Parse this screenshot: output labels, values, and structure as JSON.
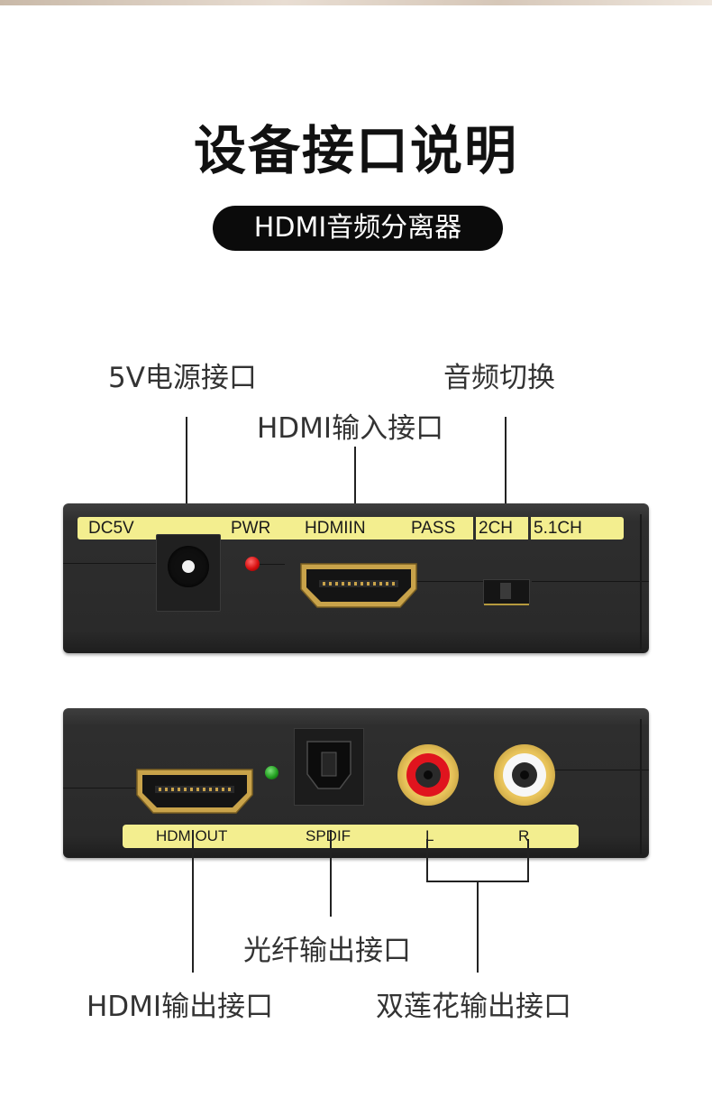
{
  "header": {
    "title": "设备接口说明",
    "subtitle": "HDMI音频分离器"
  },
  "callouts": {
    "power_port": "5V电源接口",
    "hdmi_in_port": "HDMI输入接口",
    "audio_switch": "音频切换",
    "optical_out_port": "光纤输出接口",
    "hdmi_out_port": "HDMI输出接口",
    "rca_out_port": "双莲花输出接口"
  },
  "front_panel": {
    "labels": {
      "dc": "DC5V",
      "pwr": "PWR",
      "hdmi_in": "HDMIIN",
      "pass": "PASS",
      "ch2": "2CH",
      "ch51": "5.1CH"
    },
    "colors": {
      "strip": "#f3ee8f",
      "power_led": "#d81010"
    }
  },
  "rear_panel": {
    "labels": {
      "hdmi_out": "HDMIOUT",
      "spdif": "SPDIF",
      "left": "L",
      "right": "R"
    },
    "colors": {
      "strip": "#f3ee8f",
      "signal_led": "#22a020",
      "rca_left": "#e0141e",
      "rca_right": "#ffffff",
      "gold": "#e8c35a"
    }
  }
}
